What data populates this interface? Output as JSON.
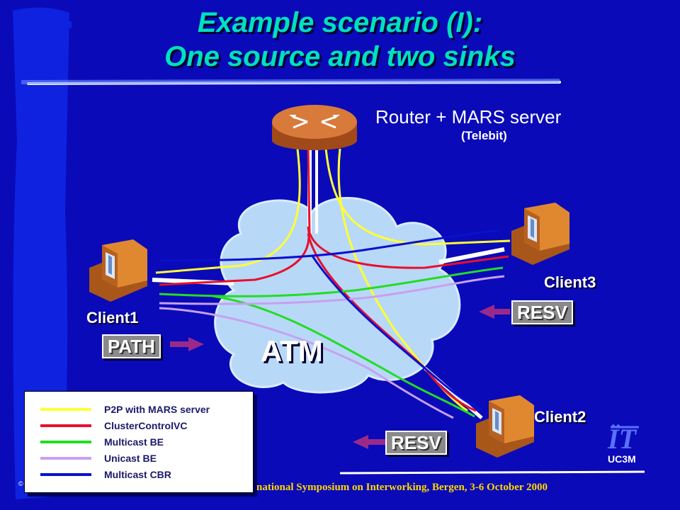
{
  "title": {
    "line1": "Example scenario (I):",
    "line2": "One source and two sinks"
  },
  "router": {
    "label": "Router + MARS server",
    "sublabel": "(Telebit)"
  },
  "network_label": "ATM",
  "clients": {
    "client1": "Client1",
    "client2": "Client2",
    "client3": "Client3"
  },
  "messages": {
    "path": "PATH",
    "resv_client3": "RESV",
    "resv_client2": "RESV"
  },
  "legend": [
    {
      "label": "P2P with MARS server",
      "color": "#ffff33"
    },
    {
      "label": "ClusterControlVC",
      "color": "#e8102a"
    },
    {
      "label": "Multicast BE",
      "color": "#22dd22"
    },
    {
      "label": "Unicast BE",
      "color": "#c8a0f0"
    },
    {
      "label": "Multicast CBR",
      "color": "#0a10d0"
    }
  ],
  "footer": "national Symposium on Interworking, Bergen, 3-6 October 2000",
  "logo": {
    "mark": "ÏT",
    "org": "UC3M"
  },
  "copyright": "©",
  "colors": {
    "background": "#0a0ab8",
    "title": "#00e0c0",
    "arrow": "#9a2a8a",
    "router": "#c8662a",
    "cloud": "#b8d8f8"
  }
}
